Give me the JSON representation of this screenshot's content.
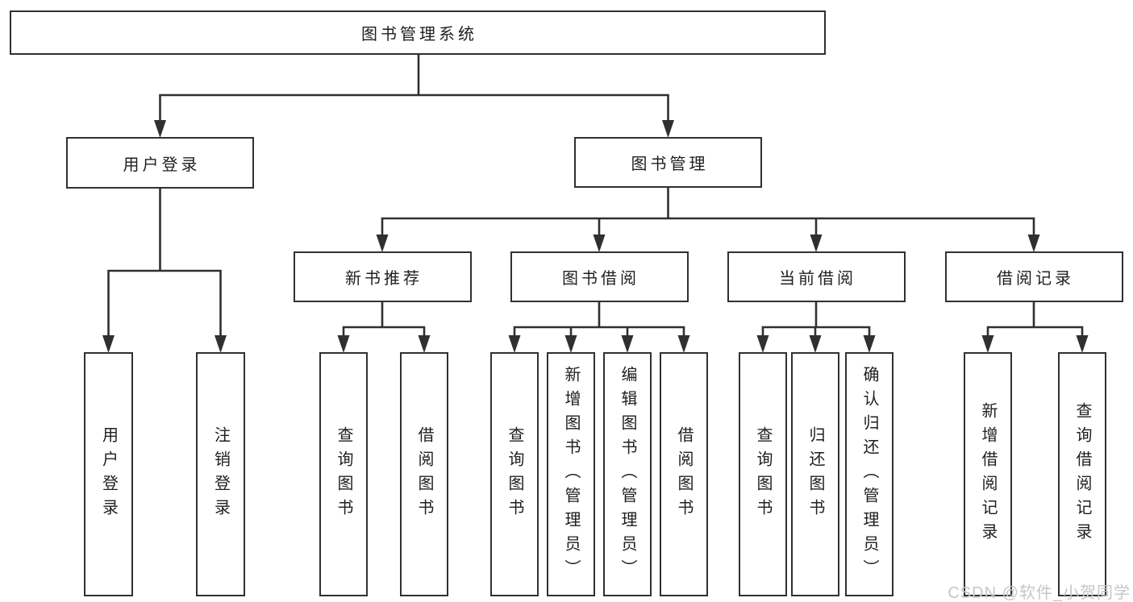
{
  "diagram": {
    "type": "hierarchy",
    "colors": {
      "line": "#303030",
      "box_border": "#303030",
      "box_bg": "#ffffff",
      "text": "#1f1f1f",
      "watermark": "#c6c6c6"
    },
    "nodes": {
      "root": {
        "label": "图书管理系统"
      },
      "login": {
        "label": "用户登录",
        "children": {
          "user_login": {
            "label": "用户登录"
          },
          "logout": {
            "label": "注销登录"
          }
        }
      },
      "manage": {
        "label": "图书管理",
        "children": {
          "recommend": {
            "label": "新书推荐",
            "children": {
              "query_book": {
                "label": "查询图书"
              },
              "borrow_book": {
                "label": "借阅图书"
              }
            }
          },
          "borrow": {
            "label": "图书借阅",
            "children": {
              "query_book": {
                "label": "查询图书"
              },
              "add_book": {
                "label": "新增图书（管理员）"
              },
              "edit_book": {
                "label": "编辑图书（管理员）"
              },
              "borrow_book": {
                "label": "借阅图书"
              }
            }
          },
          "current": {
            "label": "当前借阅",
            "children": {
              "query_book": {
                "label": "查询图书"
              },
              "return_book": {
                "label": "归还图书"
              },
              "confirm_return": {
                "label": "确认归还（管理员）"
              }
            }
          },
          "records": {
            "label": "借阅记录",
            "children": {
              "add_record": {
                "label": "新增借阅记录"
              },
              "query_record": {
                "label": "查询借阅记录"
              }
            }
          }
        }
      }
    },
    "watermark": "CSDN @软件_小贺同学"
  }
}
